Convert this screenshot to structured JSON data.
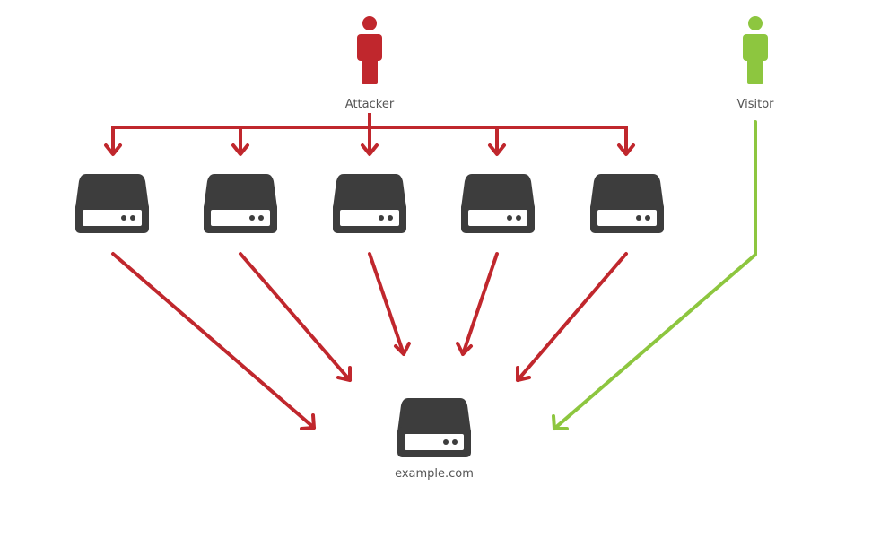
{
  "labels": {
    "attacker": "Attacker",
    "visitor": "Visitor",
    "target": "example.com"
  },
  "colors": {
    "attack": "#c0272d",
    "visitor": "#8dc63f",
    "server": "#3d3d3d",
    "server_panel": "#ffffff",
    "text": "#555555"
  },
  "nodes": {
    "attacker": {
      "icon": "person-icon"
    },
    "visitor": {
      "icon": "person-icon"
    },
    "bots": [
      {
        "icon": "server-icon"
      },
      {
        "icon": "server-icon"
      },
      {
        "icon": "server-icon"
      },
      {
        "icon": "server-icon"
      },
      {
        "icon": "server-icon"
      }
    ],
    "target": {
      "icon": "server-icon"
    }
  }
}
